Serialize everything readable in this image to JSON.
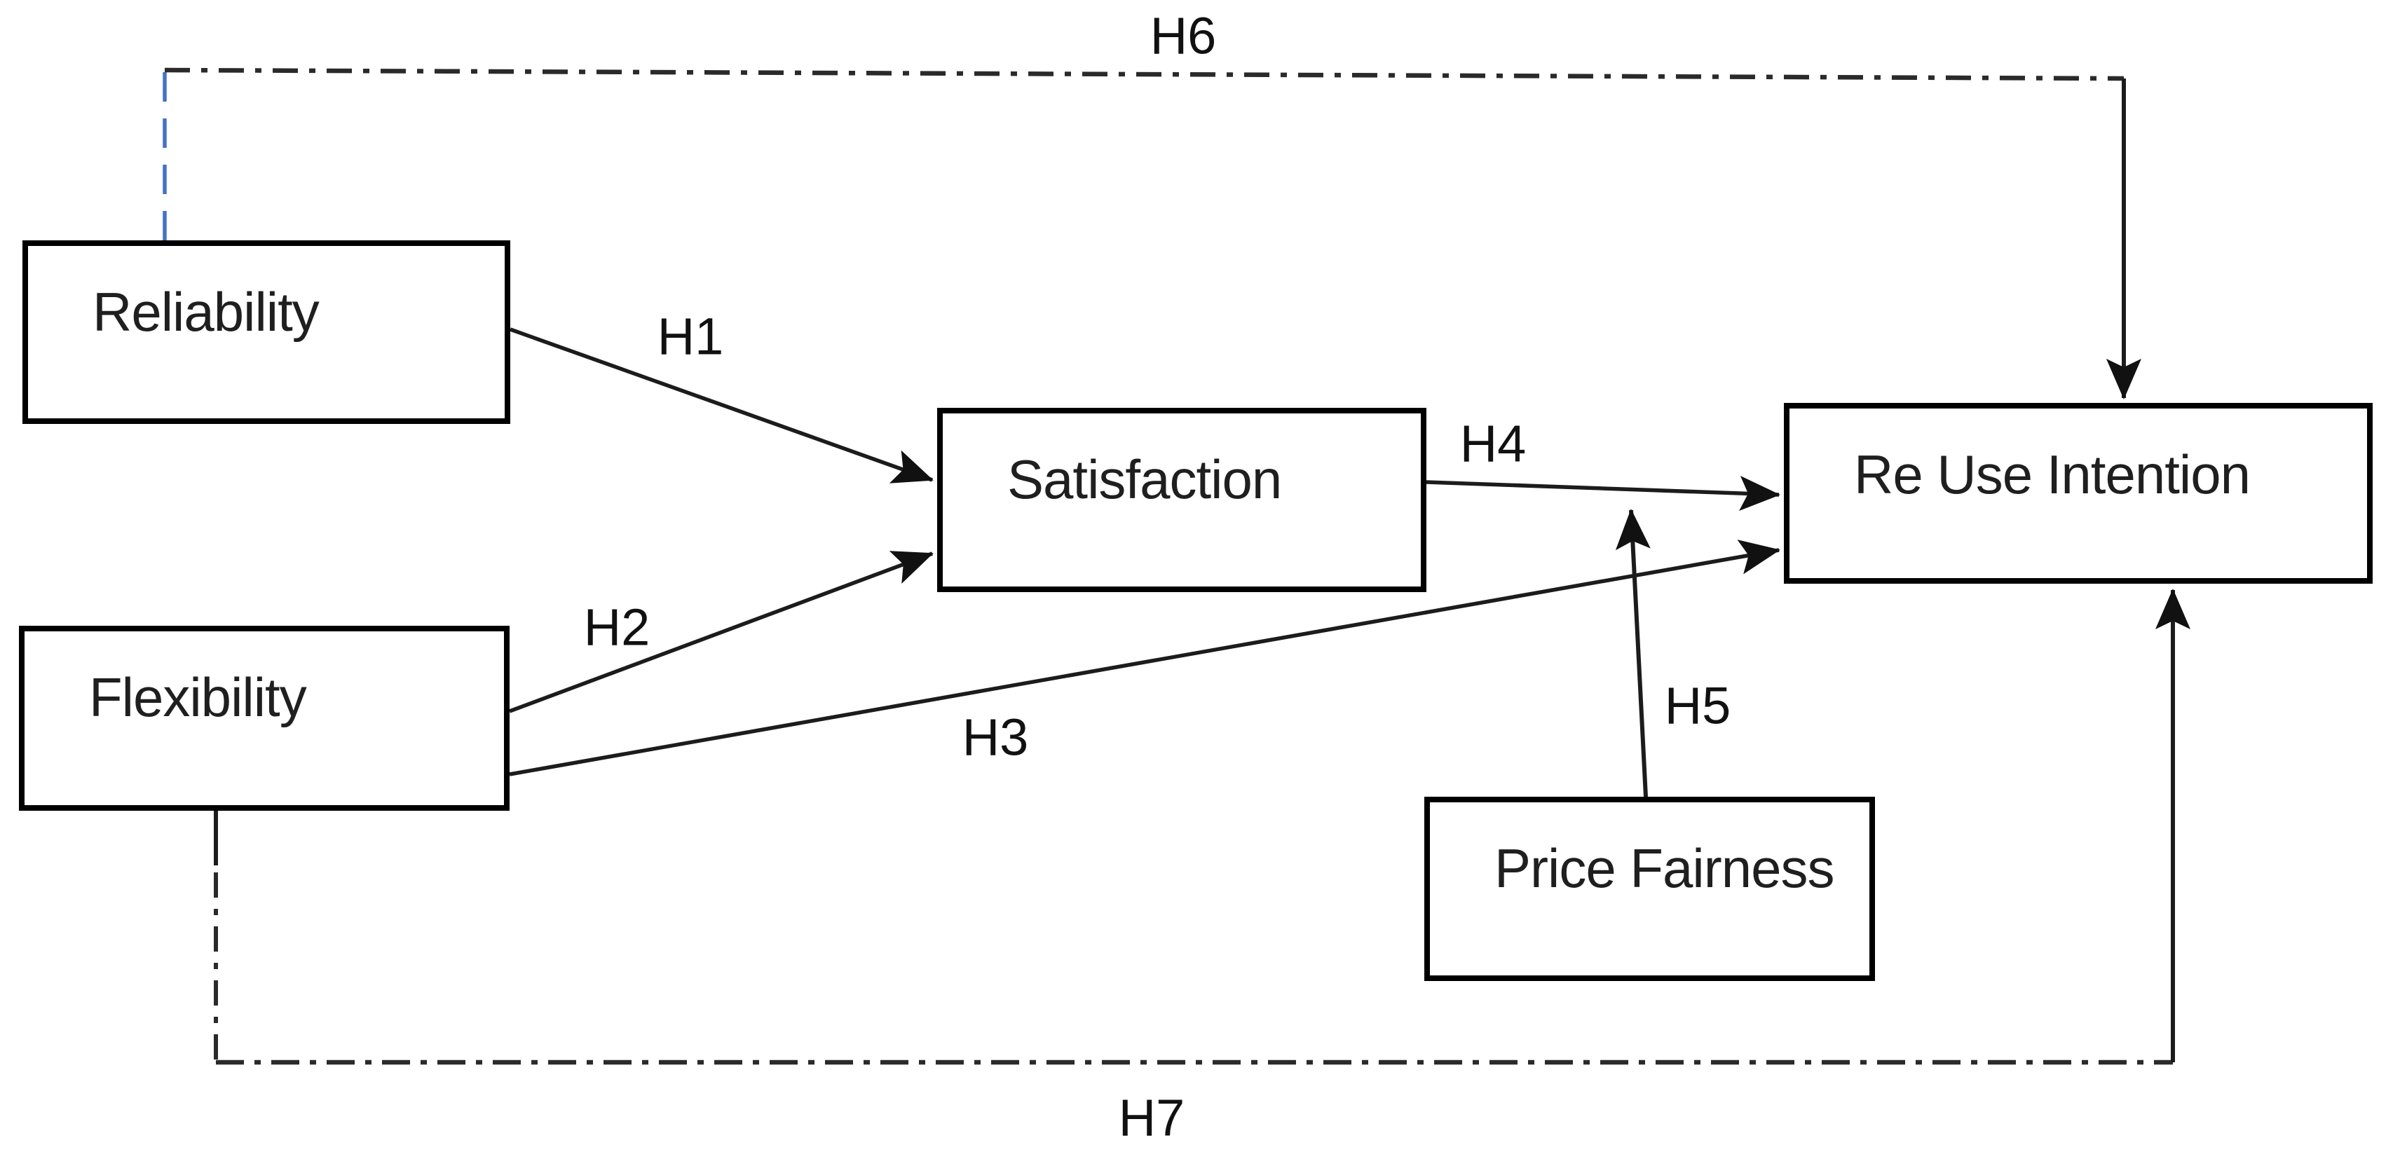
{
  "diagram": {
    "nodes": [
      {
        "id": "reliability",
        "label": "Reliability"
      },
      {
        "id": "flexibility",
        "label": "Flexibility"
      },
      {
        "id": "satisfaction",
        "label": "Satisfaction"
      },
      {
        "id": "price-fairness",
        "label": "Price Fairness"
      },
      {
        "id": "reuse-intention",
        "label": "Re Use Intention"
      }
    ],
    "edges": [
      {
        "id": "H1",
        "label": "H1",
        "from": "Reliability",
        "to": "Satisfaction",
        "style": "solid-arrow"
      },
      {
        "id": "H2",
        "label": "H2",
        "from": "Flexibility",
        "to": "Satisfaction",
        "style": "solid-arrow"
      },
      {
        "id": "H3",
        "label": "H3",
        "from": "Flexibility",
        "to": "Re Use Intention",
        "style": "solid-arrow"
      },
      {
        "id": "H4",
        "label": "H4",
        "from": "Satisfaction",
        "to": "Re Use Intention",
        "style": "solid-arrow"
      },
      {
        "id": "H5",
        "label": "H5",
        "from": "Price Fairness",
        "to": "Satisfaction-ReUse path (H4)",
        "style": "solid-arrow"
      },
      {
        "id": "H6",
        "label": "H6",
        "from": "Reliability",
        "to": "Re Use Intention",
        "style": "dash-dot-arrow"
      },
      {
        "id": "H7",
        "label": "H7",
        "from": "Flexibility",
        "to": "Re Use Intention",
        "style": "dash-dot-arrow"
      }
    ],
    "colors": {
      "line": "#1c1c1c",
      "dash_dot_line": "#2a2a2a",
      "h6_riser_blue": "#4472c4",
      "box_border": "#000000",
      "box_fill": "#ffffff",
      "background": "#ffffff",
      "text": "#1f1f1f"
    }
  }
}
